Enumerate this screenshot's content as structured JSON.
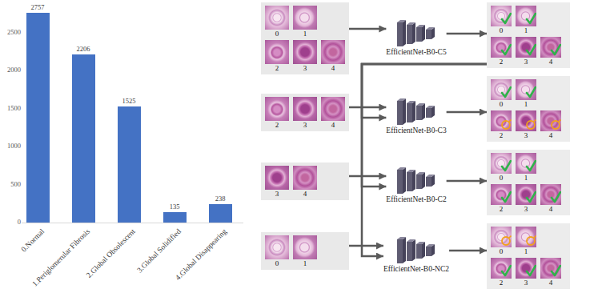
{
  "diagram": {
    "nodes": [
      {
        "text": [
          "0",
          "1",
          "2",
          "3",
          "4"
        ]
      },
      {
        "text": [
          "EfficientNet-B0-C5"
        ]
      },
      {
        "text": [
          "0",
          "1",
          "2",
          "3",
          "4"
        ]
      },
      {
        "text": [
          "2",
          "3",
          "4"
        ]
      },
      {
        "text": [
          "EfficientNet-B0-C3"
        ]
      },
      {
        "text": [
          "0",
          "1",
          "2",
          "3",
          "4"
        ]
      },
      {
        "text": [
          "3",
          "4"
        ]
      },
      {
        "text": [
          "EfficientNet-B0-C2"
        ]
      },
      {
        "text": [
          "0",
          "1",
          "2",
          "3",
          "4"
        ]
      },
      {
        "text": [
          "0",
          "1"
        ]
      },
      {
        "text": [
          "EfficientNet-B0-NC2"
        ]
      },
      {
        "text": [
          "0",
          "1",
          "2",
          "3",
          "4"
        ]
      }
    ],
    "edges": [
      {
        "from": 0,
        "to": 1,
        "arrow": "to"
      },
      {
        "from": 1,
        "to": 2,
        "arrow": "to"
      },
      {
        "from": 3,
        "to": 4,
        "arrow": "to"
      },
      {
        "from": 4,
        "to": 5,
        "arrow": "to"
      },
      {
        "from": 6,
        "to": 7,
        "arrow": "to"
      },
      {
        "from": 7,
        "to": 8,
        "arrow": "to"
      },
      {
        "from": 9,
        "to": 10,
        "arrow": "to"
      },
      {
        "from": 10,
        "to": 11,
        "arrow": "to"
      },
      {
        "from": 2,
        "to": 4,
        "arrow": "to"
      },
      {
        "from": 2,
        "to": 7,
        "arrow": "to"
      },
      {
        "from": 2,
        "to": 10,
        "arrow": "to"
      }
    ],
    "labels": [
      "2757",
      "2206",
      "1525",
      "135",
      "238",
      "0",
      "500",
      "1000",
      "1500",
      "2000",
      "2500",
      "0.Normal",
      "1.Periglomerular Fibrosis",
      "2.Global Obsolescent",
      "3.Global Solidified",
      "4.Global Disappearing"
    ]
  }
}
